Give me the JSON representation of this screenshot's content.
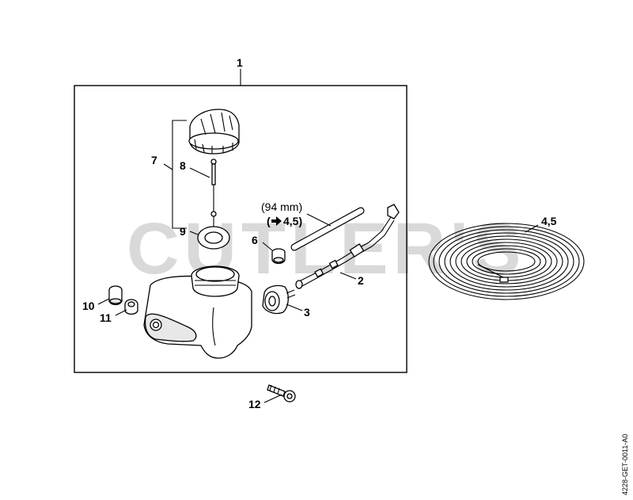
{
  "watermark": "CUTLER'S",
  "drawing_code": "4228-GET-0011-A0",
  "callouts": {
    "c1": "1",
    "c2": "2",
    "c3": "3",
    "c45": "4,5",
    "c6": "6",
    "c7": "7",
    "c8": "8",
    "c9": "9",
    "c10": "10",
    "c11": "11",
    "c12": "12"
  },
  "hose_note": {
    "length": "(94 mm)",
    "ref_open": "(",
    "ref": "4,5)"
  },
  "icons": {
    "arrow": "right-arrow-icon"
  }
}
